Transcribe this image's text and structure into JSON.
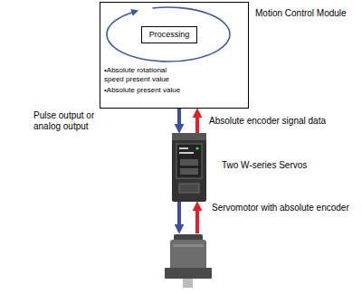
{
  "diagram": {
    "nodes": [
      {
        "text": [
          "Motion Control Module",
          "•Absolute rotational speed present value",
          "•Absolute present value"
        ]
      },
      {
        "text": [
          "Processing"
        ],
        "in": 0
      },
      {
        "text": [
          "Two W-series Servos"
        ]
      },
      {
        "text": [
          "Servomotor with absolute encoder"
        ]
      }
    ],
    "edges": [
      {
        "from": 0,
        "to": 2,
        "arrow": "to",
        "label": "Pulse output or analog output"
      },
      {
        "from": 2,
        "to": 0,
        "arrow": "to",
        "label": "Absolute encoder signal data"
      },
      {
        "from": 2,
        "to": 3,
        "arrow": "to"
      },
      {
        "from": 3,
        "to": 2,
        "arrow": "to"
      }
    ]
  }
}
